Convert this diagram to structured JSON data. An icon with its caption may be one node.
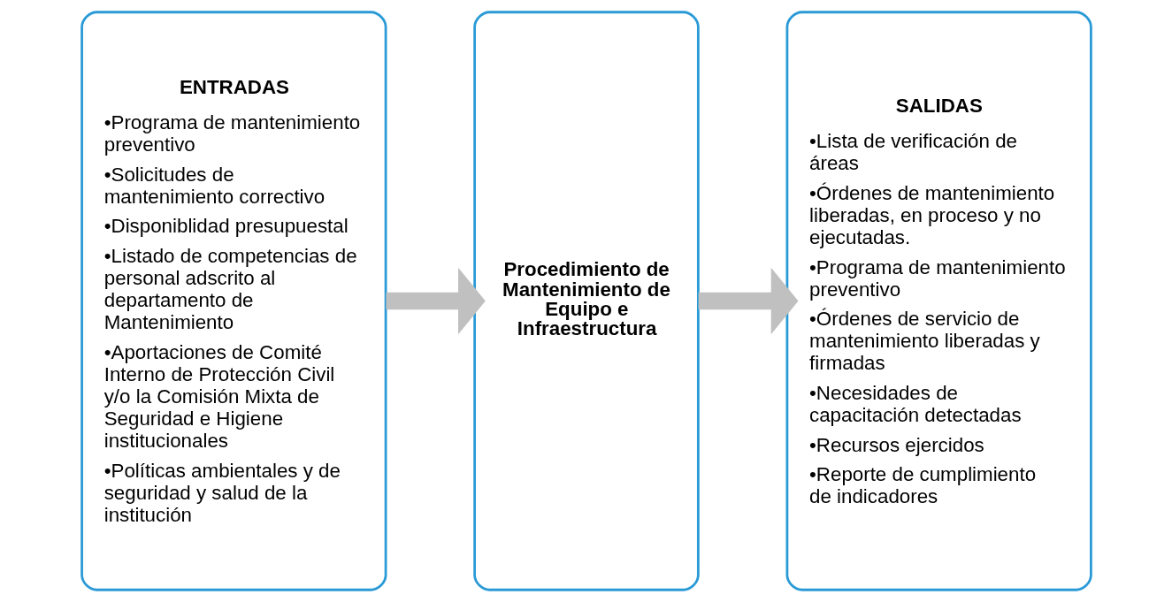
{
  "diagram": {
    "nodes": [
      {
        "text": [
          "ENTRADAS",
          "•Programa de mantenimiento preventivo",
          "•Solicitudes de mantenimiento correctivo",
          "•Disponiblidad presupuestal",
          "•Listado de competencias de personal adscrito al departamento de Mantenimiento",
          "•Aportaciones de Comité Interno de Protección Civil y/o la Comisión Mixta de Seguridad e Higiene institucionales",
          "•Políticas ambientales y de seguridad y salud de la institución"
        ]
      },
      {
        "text": [
          "Procedimiento de Mantenimiento de Equipo e Infraestructura"
        ]
      },
      {
        "text": [
          "SALIDAS",
          "•Lista de verificación de áreas",
          "•Órdenes de mantenimiento liberadas, en proceso y no ejecutadas.",
          "•Programa de mantenimiento preventivo",
          "•Órdenes de servicio de mantenimiento liberadas y firmadas",
          "•Necesidades de capacitación detectadas",
          "•Recursos ejercidos",
          "•Reporte de cumplimiento de indicadores"
        ]
      }
    ],
    "edges": [
      {
        "from": 0,
        "to": 1,
        "arrow": "to"
      },
      {
        "from": 1,
        "to": 2,
        "arrow": "to"
      }
    ]
  }
}
